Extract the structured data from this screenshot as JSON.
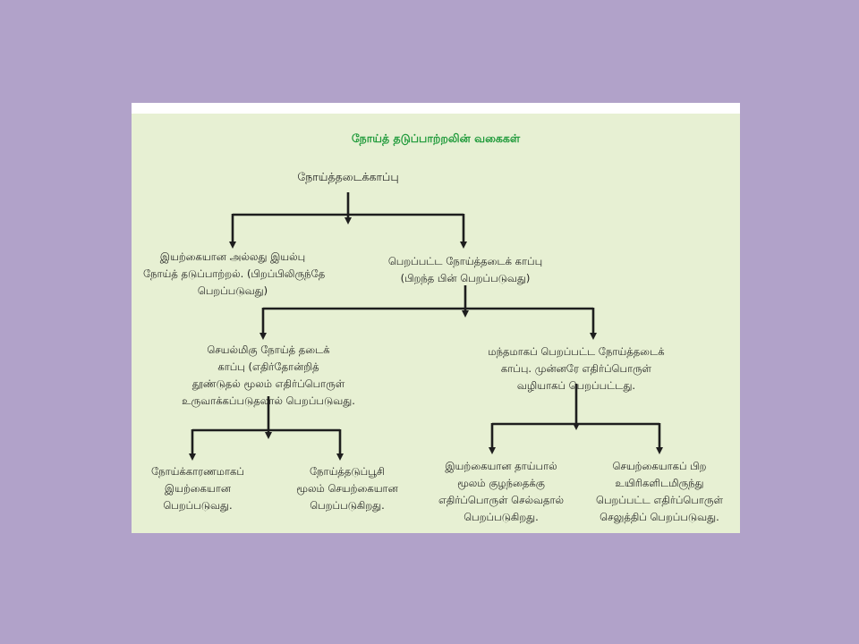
{
  "diagram": {
    "title": "நோய்த் தடுப்பாற்றலின் வகைகள்",
    "root": {
      "lines": [
        "நோய்த்தடைக்காப்பு"
      ]
    },
    "natural": {
      "lines": [
        "இயற்கையான அல்லது இயல்பு",
        "நோய்த் தடுப்பாற்றல். (பிறப்பிலிருந்தே",
        "பெறப்படுவது)"
      ]
    },
    "acquired": {
      "lines": [
        "பெறப்பட்ட நோய்த்தடைக் காப்பு",
        "(பிறந்த பின் பெறப்படுவது)"
      ]
    },
    "active": {
      "lines": [
        "செயல்மிகு நோய்த் தடைக்",
        "காப்பு (எதிர்தோன்றித்",
        "தூண்டுதல் மூலம் எதிர்ப்பொருள்",
        "உருவாக்கப்படுதலால் பெறப்படுவது."
      ]
    },
    "passive": {
      "lines": [
        "மந்தமாகப் பெறப்பட்ட நோய்த்தடைக்",
        "காப்பு. முன்னரே எதிர்ப்பொருள்",
        "வழியாகப் பெறப்பட்டது."
      ]
    },
    "active_natural": {
      "lines": [
        "நோய்க்காரணமாகப்",
        "இயற்கையான",
        "பெறப்படுவது."
      ]
    },
    "active_artificial": {
      "lines": [
        "நோய்த்தடுப்பூசி",
        "மூலம் செயற்கையான",
        "பெறப்படுகிறது."
      ]
    },
    "passive_natural": {
      "lines": [
        "இயற்கையான தாய்பால்",
        "மூலம் குழந்தைக்கு",
        "எதிர்ப்பொருள் செல்வதால்",
        "பெறப்படுகிறது."
      ]
    },
    "passive_artificial": {
      "lines": [
        "செயற்கையாகப் பிற",
        "உயிரிகளிடமிருந்து",
        "பெறப்பட்ட எதிர்ப்பொருள்",
        "செலுத்திப் பெறப்படுவது."
      ]
    }
  }
}
